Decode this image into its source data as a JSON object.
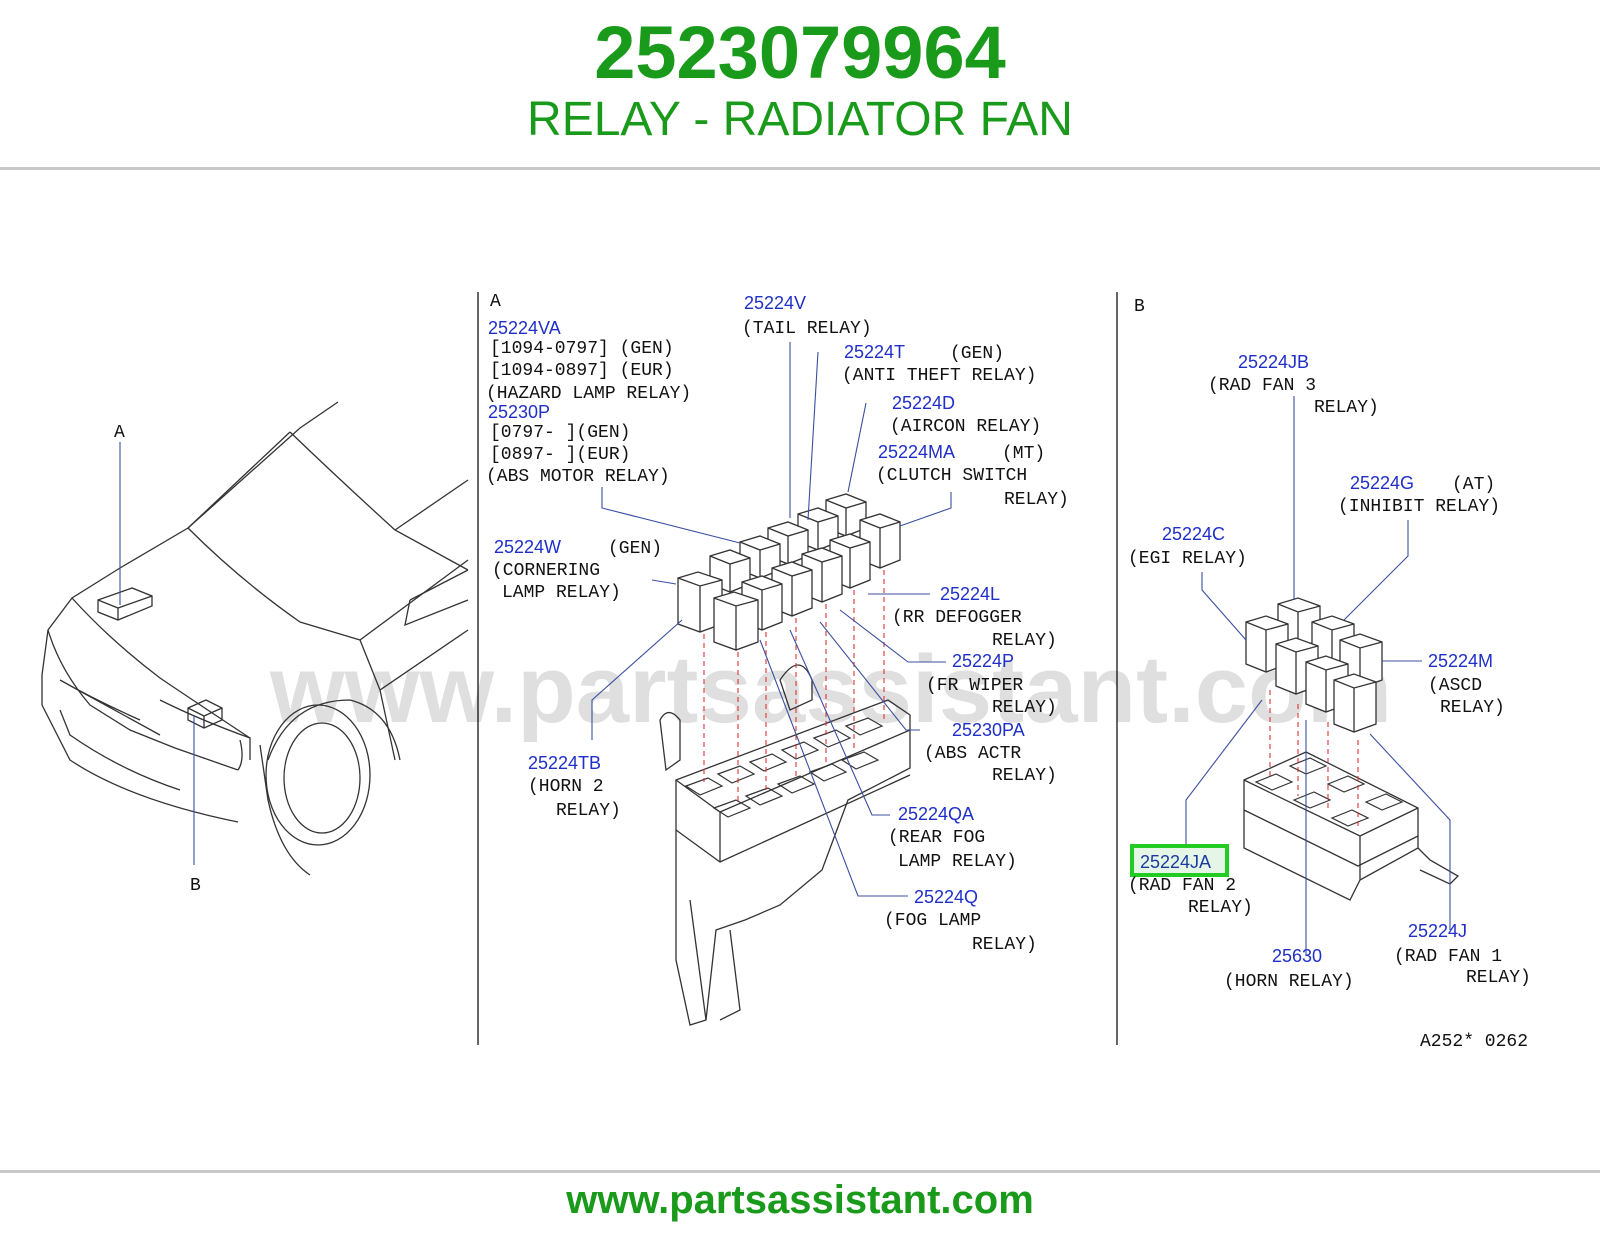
{
  "header": {
    "part_number": "2523079964",
    "description": "RELAY - RADIATOR FAN"
  },
  "footer": {
    "url": "www.partsassistant.com"
  },
  "watermark": "www.partsassistant.com",
  "colors": {
    "brand_green": "#1a9a1a",
    "callout_blue": "#1f2fc8",
    "highlight_green": "#22cc22",
    "rule_gray": "#c8c8c8"
  },
  "diagram": {
    "view_markers": {
      "a": "A",
      "b": "B"
    },
    "reference": "A252*  0262",
    "callouts": [
      {
        "id": "25224VA",
        "lines": [
          "[1094-0797]      (GEN)",
          "[1094-0897]      (EUR)",
          "(HAZARD  LAMP  RELAY)"
        ]
      },
      {
        "id": "25230P",
        "lines": [
          "[0797-       ](GEN)",
          "[0897-       ](EUR)",
          "(ABS  MOTOR  RELAY)"
        ]
      },
      {
        "id": "25224V",
        "lines": [
          "(TAIL  RELAY)"
        ]
      },
      {
        "id": "25224T",
        "suffix": "(GEN)",
        "lines": [
          "(ANTI  THEFT  RELAY)"
        ]
      },
      {
        "id": "25224D",
        "lines": [
          "(AIRCON  RELAY)"
        ]
      },
      {
        "id": "25224MA",
        "suffix": "(MT)",
        "lines": [
          "(CLUTCH   SWITCH",
          "RELAY)"
        ]
      },
      {
        "id": "25224W",
        "suffix": "(GEN)",
        "lines": [
          "(CORNERING",
          "LAMP  RELAY)"
        ]
      },
      {
        "id": "25224L",
        "lines": [
          "(RR  DEFOGGER",
          "RELAY)"
        ]
      },
      {
        "id": "25224P",
        "lines": [
          "(FR  WIPER",
          "RELAY)"
        ]
      },
      {
        "id": "25230PA",
        "lines": [
          "(ABS  ACTR",
          "RELAY)"
        ]
      },
      {
        "id": "25224TB",
        "lines": [
          "(HORN  2",
          "RELAY)"
        ]
      },
      {
        "id": "25224QA",
        "lines": [
          "(REAR  FOG",
          "LAMP  RELAY)"
        ]
      },
      {
        "id": "25224Q",
        "lines": [
          "(FOG  LAMP",
          "RELAY)"
        ]
      },
      {
        "id": "25224JB",
        "lines": [
          "(RAD  FAN  3",
          "RELAY)"
        ]
      },
      {
        "id": "25224G",
        "suffix": "(AT)",
        "lines": [
          "(INHIBIT  RELAY)"
        ]
      },
      {
        "id": "25224C",
        "lines": [
          "(EGI  RELAY)"
        ]
      },
      {
        "id": "25224M",
        "lines": [
          "(ASCD",
          "RELAY)"
        ]
      },
      {
        "id": "25224JA",
        "highlighted": true,
        "lines": [
          "(RAD  FAN  2",
          "RELAY)"
        ]
      },
      {
        "id": "25630",
        "lines": [
          "(HORN  RELAY)"
        ]
      },
      {
        "id": "25224J",
        "lines": [
          "(RAD  FAN  1",
          "RELAY)"
        ]
      }
    ]
  }
}
